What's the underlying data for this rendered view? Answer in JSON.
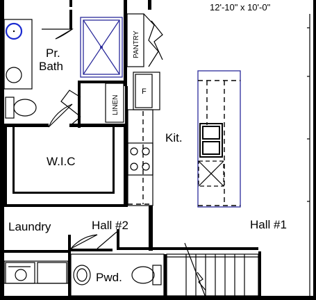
{
  "plan": {
    "dimension_label": "12'-10\" x 10'-0\"",
    "rooms": {
      "pr_bath_line1": "Pr.",
      "pr_bath_line2": "Bath",
      "pantry": "PANTRY",
      "linen": "LINEN",
      "fridge": "F",
      "kitchen": "Kit.",
      "wic": "W.I.C",
      "laundry": "Laundry",
      "hall2": "Hall #2",
      "hall1": "Hall #1",
      "powder": "Pwd."
    },
    "colors": {
      "walls": "#000000",
      "highlight": "#2a2a9a",
      "background": "#ffffff"
    }
  }
}
